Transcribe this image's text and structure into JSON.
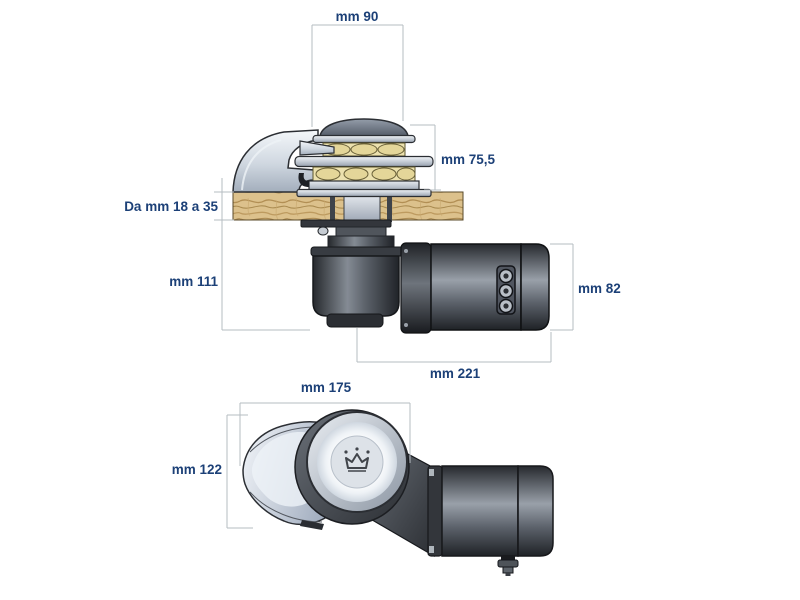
{
  "colors": {
    "background": "#ffffff",
    "label_text": "#1c4077",
    "dimension_line": "#b6bcc2",
    "deck_wood": "#dcc18c",
    "metal_light": "#c9d0d9",
    "machine_dark": "#2b2e33",
    "roller_cream": "#ece1ae"
  },
  "side_view": {
    "dimensions": {
      "gypsy_width": "mm 90",
      "above_deck_height": "mm 75,5",
      "deck_thickness": "Da mm 18 a 35",
      "below_deck_height": "mm 111",
      "motor_diameter": "mm 82",
      "below_deck_length": "mm 221"
    }
  },
  "top_view": {
    "dimensions": {
      "overall_length": "mm 175",
      "overall_width": "mm 122"
    }
  }
}
